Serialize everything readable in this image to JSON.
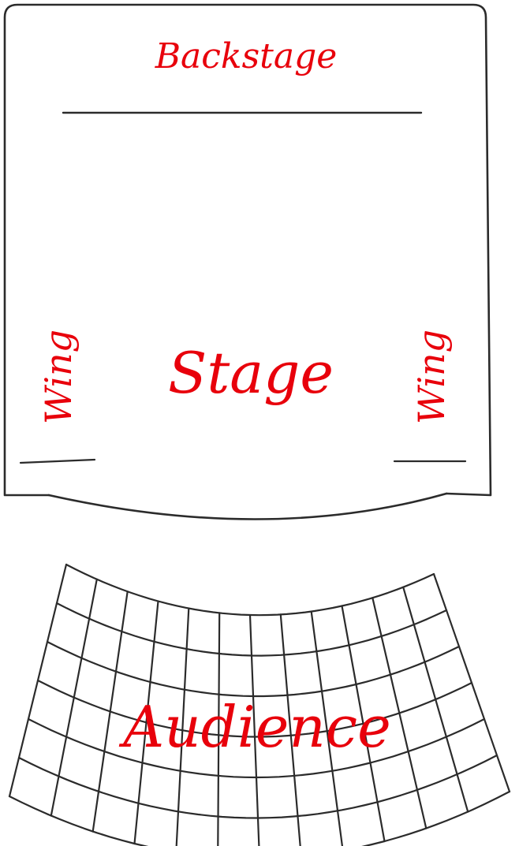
{
  "labels": {
    "backstage": "Backstage",
    "stage": "Stage",
    "wing_left": "Wing",
    "wing_right": "Wing",
    "audience": "Audience"
  },
  "colors": {
    "label": "#e8000b",
    "ink": "#2b2b2b",
    "background": "#ffffff"
  },
  "audience_grid": {
    "rows": 6,
    "columns": 12
  }
}
